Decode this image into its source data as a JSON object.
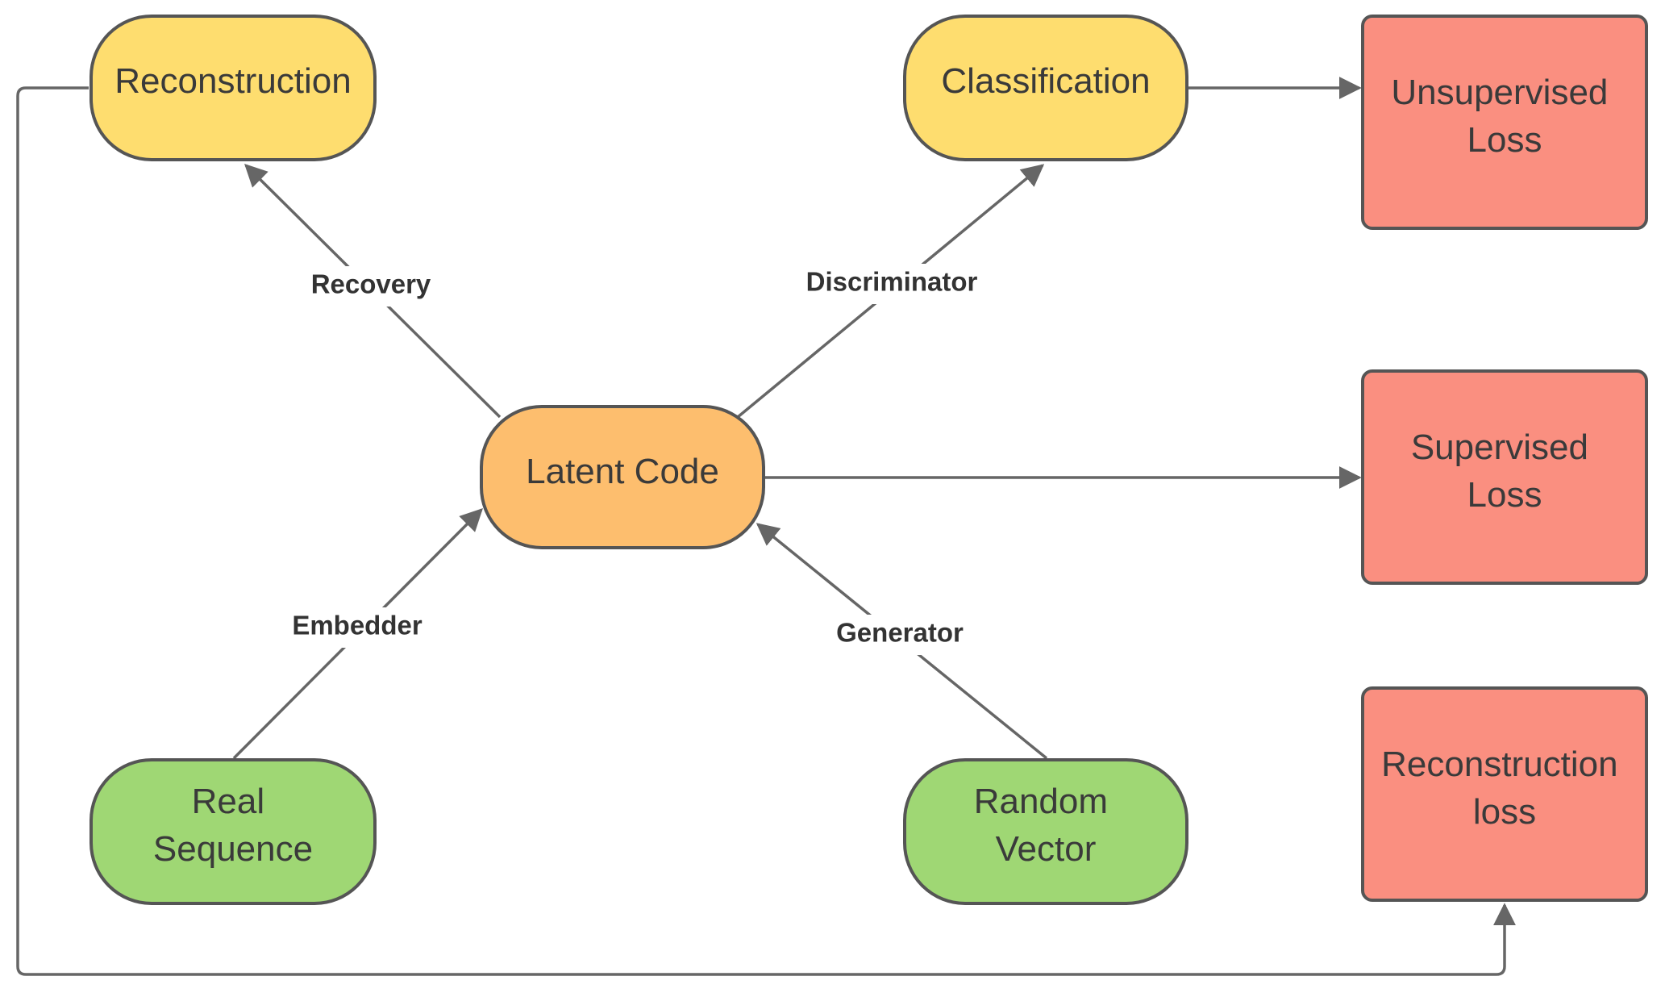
{
  "colors": {
    "output_node": "#fedd6f",
    "latent_node": "#fdbe6e",
    "input_node": "#9fd774",
    "loss_node": "#fa8f80",
    "stroke": "#555555",
    "edge": "#666666"
  },
  "nodes": {
    "reconstruction": {
      "lines": [
        "Reconstruction"
      ]
    },
    "classification": {
      "lines": [
        "Classification"
      ]
    },
    "latent_code": {
      "lines": [
        "Latent Code"
      ]
    },
    "real_sequence": {
      "lines": [
        "Real",
        "Sequence"
      ]
    },
    "random_vector": {
      "lines": [
        "Random",
        "Vector"
      ]
    },
    "unsupervised_loss": {
      "lines": [
        "Unsupervised",
        "Loss"
      ]
    },
    "supervised_loss": {
      "lines": [
        "Supervised",
        "Loss"
      ]
    },
    "reconstruction_loss": {
      "lines": [
        "Reconstruction",
        "loss"
      ]
    }
  },
  "edges": {
    "recovery": {
      "label": "Recovery"
    },
    "discriminator": {
      "label": "Discriminator"
    },
    "embedder": {
      "label": "Embedder"
    },
    "generator": {
      "label": "Generator"
    }
  }
}
